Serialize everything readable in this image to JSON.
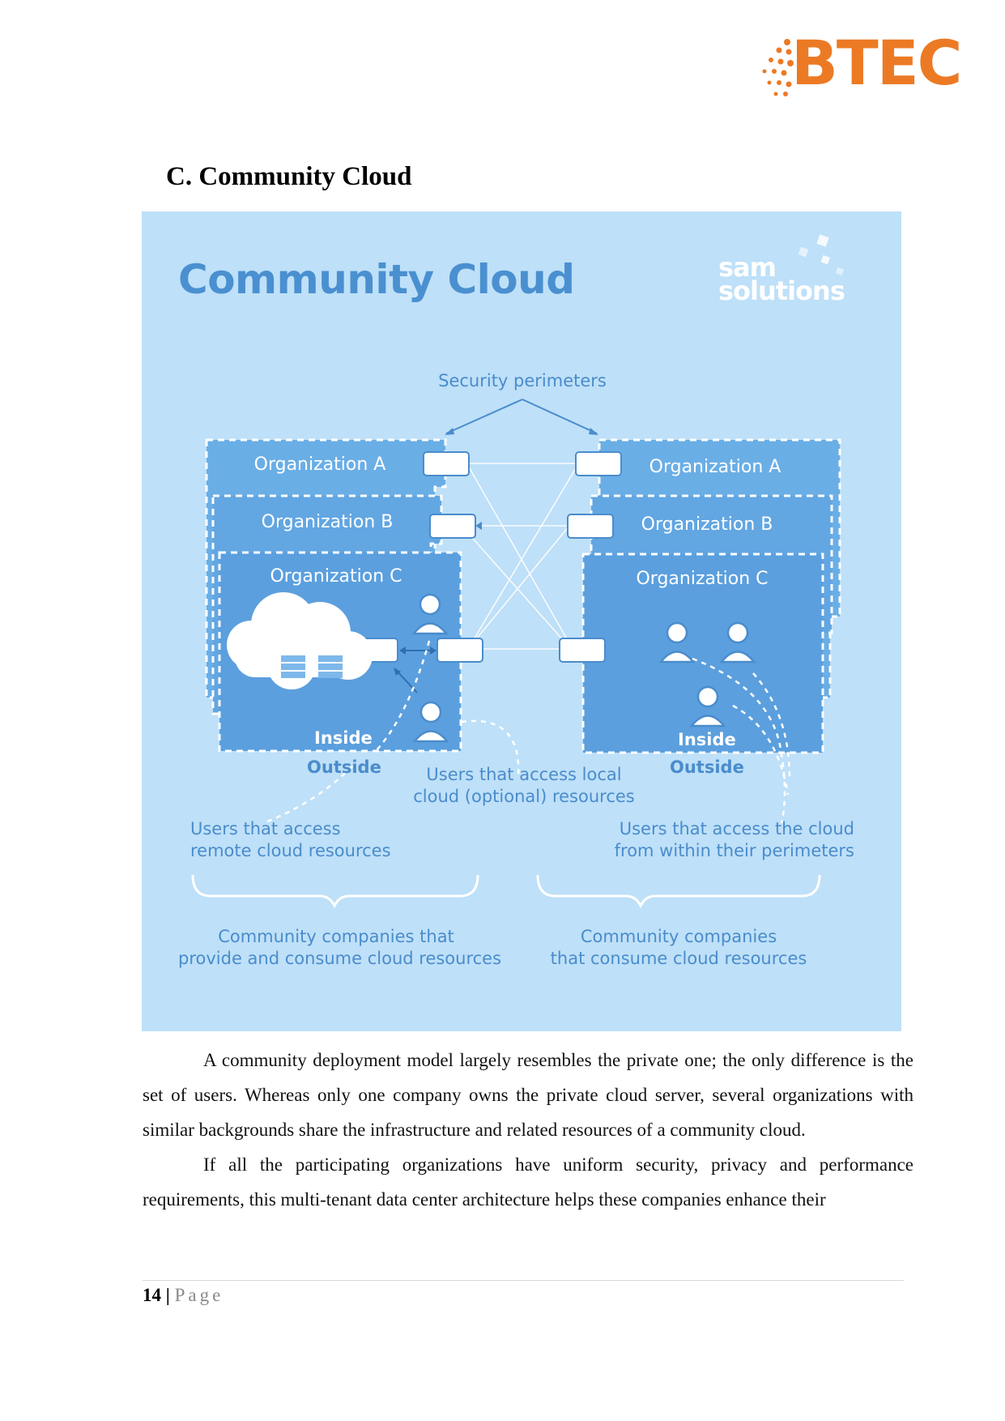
{
  "header": {
    "logo_text": "BTEC",
    "logo_color": "#ec7a25"
  },
  "section": {
    "heading": "C. Community Cloud"
  },
  "figure": {
    "title": "Community Cloud",
    "brand_line1": "sam",
    "brand_line2": "solutions",
    "background_color": "#bee0f8",
    "accent_color": "#4a90d0",
    "security_perimeters": "Security perimeters",
    "left": {
      "org_a": "Organization A",
      "org_b": "Organization B",
      "org_c": "Organization C",
      "inside": "Inside",
      "outside": "Outside",
      "users_remote": "Users that access\nremote cloud resources",
      "group_caption": "Community companies that\nprovide and consume cloud resources"
    },
    "middle": {
      "users_local": "Users that access local\ncloud (optional) resources"
    },
    "right": {
      "org_a": "Organization A",
      "org_b": "Organization B",
      "org_c": "Organization C",
      "inside": "Inside",
      "outside": "Outside",
      "users_within": "Users that access the cloud\nfrom within their perimeters",
      "group_caption": "Community companies\nthat consume cloud resources"
    }
  },
  "body": {
    "paragraph1": "A community deployment model largely resembles the private one; the only difference is the set of users. Whereas only one company owns the private cloud server, several organizations with similar backgrounds share the infrastructure and related resources of a community cloud.",
    "paragraph2": "If all the participating organizations have uniform security, privacy and performance requirements, this multi-tenant data center architecture helps these companies enhance their"
  },
  "footer": {
    "page_number": "14",
    "separator": "|",
    "page_label": "Page"
  }
}
